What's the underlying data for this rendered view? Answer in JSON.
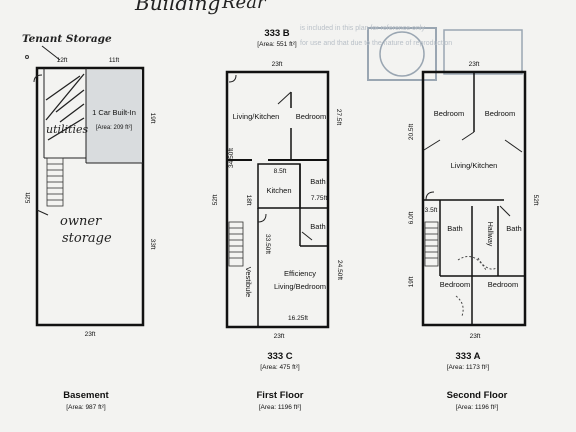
{
  "header": {
    "title_partial": "Building",
    "title_partial2": "Rear"
  },
  "units": {
    "b": {
      "name": "333 B",
      "area": "[Area: 551 ft²]"
    },
    "c": {
      "name": "333 C",
      "area": "[Area: 475 ft²]"
    },
    "a": {
      "name": "333 A",
      "area": "[Area: 1173 ft²]"
    }
  },
  "floors": {
    "basement": {
      "name": "Basement",
      "area": "[Area: 987 ft²]"
    },
    "first": {
      "name": "First Floor",
      "area": "[Area: 1196 ft²]"
    },
    "second": {
      "name": "Second Floor",
      "area": "[Area: 1196 ft²]"
    }
  },
  "basement": {
    "tenant_storage": "Tenant Storage",
    "utilities": "utilities",
    "garage": "1 Car Built-In",
    "garage_area": "[Area: 209 ft²]",
    "owner": "owner",
    "storage": "storage",
    "dims": {
      "top_left": "12ft",
      "top_right": "11ft",
      "left": "52ft",
      "right_upper": "19ft",
      "right_lower": "33ft",
      "bottom": "23ft"
    }
  },
  "first_floor": {
    "living_kitchen": "Living/Kitchen",
    "bedroom": "Bedroom",
    "kitchen": "Kitchen",
    "bath1": "Bath",
    "bath2": "Bath",
    "vestibule": "Vestibule",
    "efficiency": "Efficiency",
    "living_bedroom": "Living/Bedroom",
    "dims": {
      "top": "23ft",
      "right_upper": "27.5ft",
      "left": "52ft",
      "d_3450": "34.50ft",
      "d_85": "8.5ft",
      "d_775": "7.75ft",
      "d_18": "18ft",
      "d_3350": "33.50ft",
      "d_2450": "24.50ft",
      "d_1625": "16.25ft",
      "bottom": "23ft"
    }
  },
  "second_floor": {
    "bedroom1": "Bedroom",
    "bedroom2": "Bedroom",
    "living_kitchen": "Living/Kitchen",
    "bath1": "Bath",
    "bath2": "Bath",
    "hallway": "Hallway",
    "bedroom3": "Bedroom",
    "bedroom4": "Bedroom",
    "dims": {
      "top": "23ft",
      "left_upper": "20.5ft",
      "right": "52ft",
      "d_35": "3.5ft",
      "d_60": "6.0ft",
      "d_19": "19ft",
      "bottom": "23ft"
    }
  },
  "background_text": {
    "line1": "is included in this plan for reference only",
    "line2": "for use and that due to the nature of reproduction"
  }
}
